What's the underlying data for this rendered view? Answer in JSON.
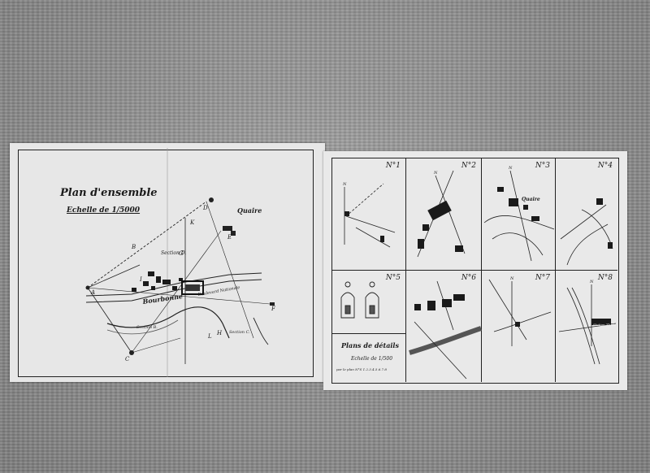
{
  "left_sheet": {
    "title": "Plan d'ensemble",
    "scale": "Echelle de 1/5000",
    "labels": {
      "quaire": "Quaire",
      "section_d": "Section D.",
      "section_b": "Section B.",
      "section_c": "Section C.",
      "bourbonne": "Bourbonne",
      "route": "Boulevard Nationale"
    },
    "letters": [
      "A",
      "B",
      "C",
      "D",
      "E",
      "F",
      "G",
      "H",
      "I",
      "K",
      "L"
    ]
  },
  "right_sheet": {
    "cells": [
      {
        "num": "N°1"
      },
      {
        "num": "N°2"
      },
      {
        "num": "N°3"
      },
      {
        "num": "N°4"
      },
      {
        "num": "N°5"
      },
      {
        "num": "N°6"
      },
      {
        "num": "N°7"
      },
      {
        "num": "N°8"
      }
    ],
    "legend_title": "Plans de détails",
    "legend_scale": "Echelle de 1/500",
    "legend_note": "par le plan N°S 1.2.3.4.5.6.7.8",
    "quaire_label": "Quaire",
    "station_label": "Station Thalia"
  },
  "colors": {
    "ink": "#1b1b1b",
    "paper": "#e7e7e7",
    "fabric": "#8d8d8d"
  }
}
